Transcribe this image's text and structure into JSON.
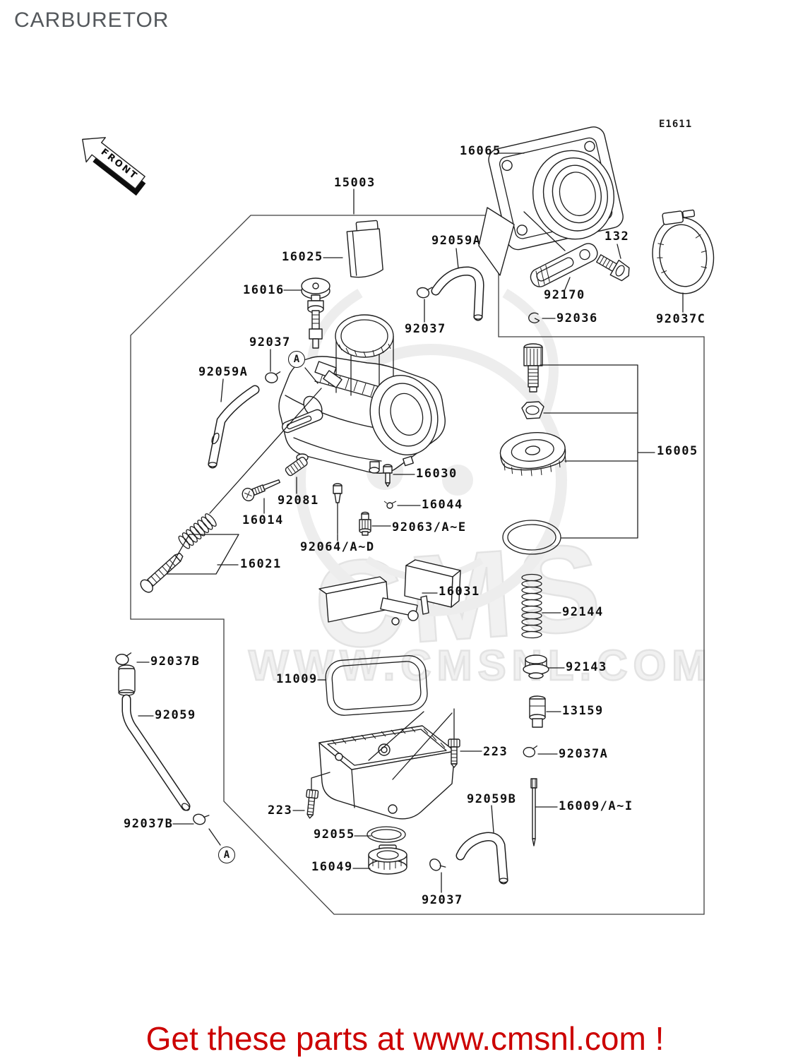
{
  "header": {
    "title": "CARBURETOR",
    "diagram_code": "E1611"
  },
  "front_arrow": {
    "label": "FRONT"
  },
  "watermark": {
    "logo": "CMS",
    "url": "WWW.CMSNL.COM"
  },
  "footer": {
    "text": "Get these parts at www.cmsnl.com !"
  },
  "callouts": {
    "a_top": "A",
    "a_bottom": "A"
  },
  "colors": {
    "footer_red": "#cc0000",
    "title_gray": "#54585c",
    "line_black": "#1e1e1e",
    "watermark_gray": "#e3e3e3"
  },
  "part_labels": [
    {
      "id": "15003",
      "text": "15003"
    },
    {
      "id": "16065",
      "text": "16065"
    },
    {
      "id": "132",
      "text": "132"
    },
    {
      "id": "92170",
      "text": "92170"
    },
    {
      "id": "92036",
      "text": "92036"
    },
    {
      "id": "92037C",
      "text": "92037C"
    },
    {
      "id": "92059A-right",
      "text": "92059A"
    },
    {
      "id": "16025",
      "text": "16025"
    },
    {
      "id": "16016",
      "text": "16016"
    },
    {
      "id": "92037-mid-left",
      "text": "92037"
    },
    {
      "id": "92037-top-right",
      "text": "92037"
    },
    {
      "id": "92059A-left",
      "text": "92059A"
    },
    {
      "id": "16005",
      "text": "16005"
    },
    {
      "id": "16030",
      "text": "16030"
    },
    {
      "id": "92081",
      "text": "92081"
    },
    {
      "id": "16044",
      "text": "16044"
    },
    {
      "id": "16014",
      "text": "16014"
    },
    {
      "id": "92063",
      "text": "92063/A~E"
    },
    {
      "id": "92064",
      "text": "92064/A~D"
    },
    {
      "id": "16021",
      "text": "16021"
    },
    {
      "id": "16031",
      "text": "16031"
    },
    {
      "id": "92144",
      "text": "92144"
    },
    {
      "id": "92143",
      "text": "92143"
    },
    {
      "id": "11009",
      "text": "11009"
    },
    {
      "id": "13159",
      "text": "13159"
    },
    {
      "id": "223-right",
      "text": "223"
    },
    {
      "id": "92037A",
      "text": "92037A"
    },
    {
      "id": "92037B-top",
      "text": "92037B"
    },
    {
      "id": "92059",
      "text": "92059"
    },
    {
      "id": "92059B",
      "text": "92059B"
    },
    {
      "id": "16009",
      "text": "16009/A~I"
    },
    {
      "id": "223-left",
      "text": "223"
    },
    {
      "id": "92055",
      "text": "92055"
    },
    {
      "id": "16049",
      "text": "16049"
    },
    {
      "id": "92037B-bottom",
      "text": "92037B"
    },
    {
      "id": "92037-bottom",
      "text": "92037"
    }
  ]
}
